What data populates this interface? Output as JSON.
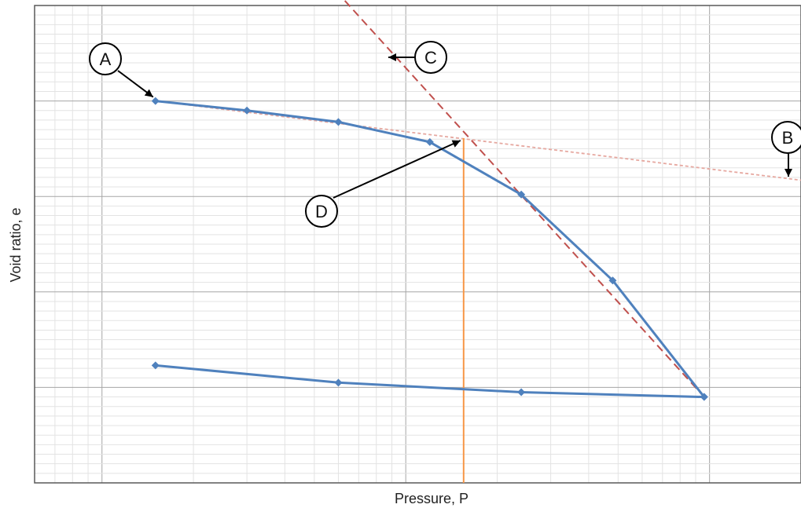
{
  "chart_data": {
    "type": "line",
    "title": "",
    "xlabel": "Pressure, P",
    "ylabel": "Void ratio, e",
    "xscale": "log",
    "xlim": [
      0.6,
      200
    ],
    "ylim": [
      0,
      5
    ],
    "grid": true,
    "tick_labels_shown": false,
    "series": [
      {
        "role": "loading curve",
        "color": "#4f81bd",
        "x": [
          1.5,
          3,
          6,
          12,
          24,
          48,
          96
        ],
        "y": [
          4.0,
          3.9,
          3.78,
          3.57,
          3.02,
          2.12,
          0.9
        ]
      },
      {
        "role": "unloading curve",
        "color": "#4f81bd",
        "x": [
          96,
          24,
          6,
          1.5
        ],
        "y": [
          0.9,
          0.95,
          1.05,
          1.23
        ]
      },
      {
        "role": "tangent line B",
        "color": "#e6a8a0",
        "style": "dotted",
        "x": [
          1.5,
          200
        ],
        "y": [
          4.0,
          3.17
        ]
      },
      {
        "role": "tangent line C",
        "color": "#c0504d",
        "style": "dashed",
        "x": [
          6.3,
          96
        ],
        "y": [
          5.05,
          0.9
        ]
      },
      {
        "role": "preconsolidation pressure D",
        "color": "#f79646",
        "style": "vertical",
        "x": [
          15.5,
          15.5
        ],
        "y": [
          0,
          3.61
        ]
      }
    ],
    "annotations": [
      "A",
      "B",
      "C",
      "D"
    ]
  }
}
